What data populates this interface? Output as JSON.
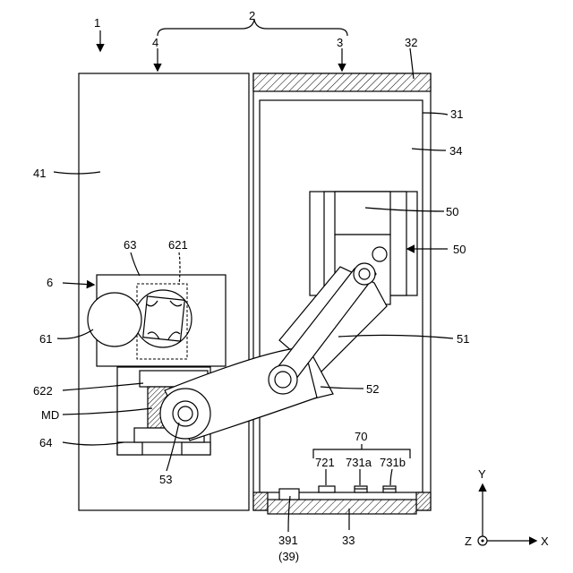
{
  "figure": {
    "labels": {
      "device": "1",
      "unit": "2",
      "left_part": "4",
      "right_part": "3",
      "top_plate": "32",
      "housing_wall": "31",
      "interior": "34",
      "left_chamber": "41",
      "hand_upper": "50",
      "hand_lower": "50",
      "upper_arm": "51",
      "lower_arm": "52",
      "base_joint": "53",
      "aligner": "6",
      "aligner_top": "63",
      "window": "621",
      "disc": "61",
      "sensor": "622",
      "mounted_device": "MD",
      "lower_block": "64",
      "controller": "70",
      "sensor_721": "721",
      "sensor_731a": "731a",
      "sensor_731b": "731b",
      "foot_label": "391",
      "foot_sub": "(39)",
      "base_plate": "33"
    },
    "axes": {
      "y": "Y",
      "x": "X",
      "z": "Z"
    }
  }
}
